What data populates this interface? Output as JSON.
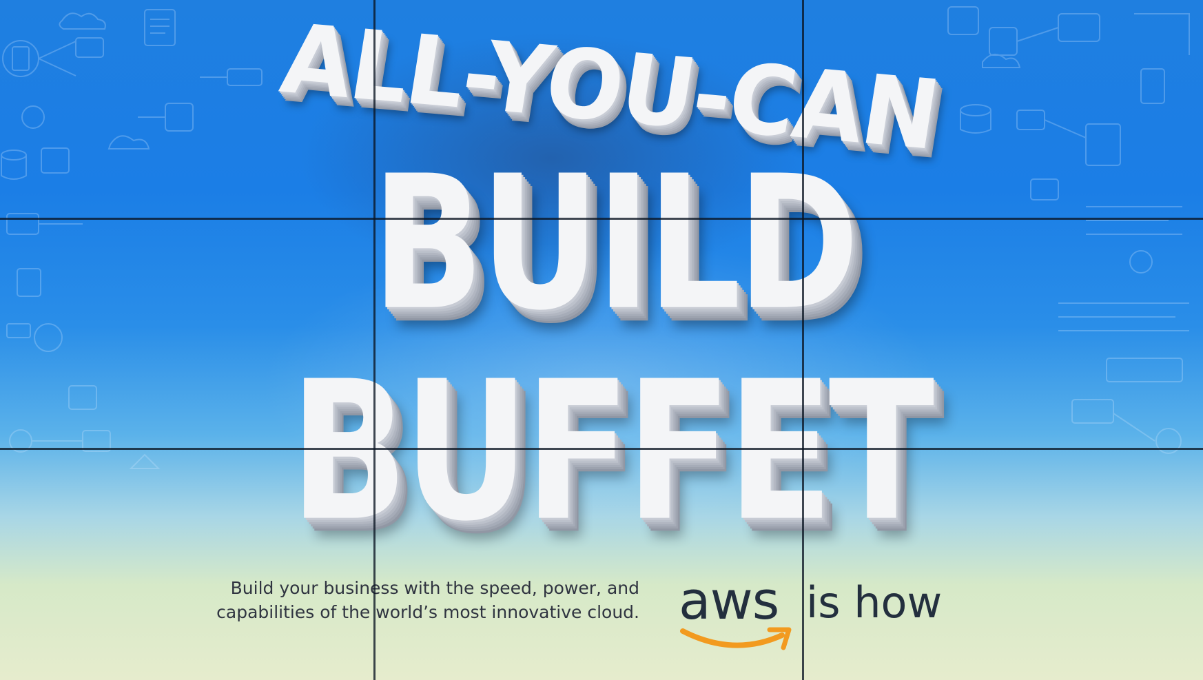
{
  "headline": {
    "line1": "ALL-YOU-CAN",
    "line2": "BUILD",
    "line3": "BUFFET"
  },
  "tagline": {
    "line1": "Build your business with the speed, power, and",
    "line2": "capabilities of the world’s most innovative cloud."
  },
  "brand": {
    "logo_text": "aws",
    "slogan": "is how",
    "smile_color": "#f29a1f",
    "text_color": "#232f3e"
  },
  "colors": {
    "sky_top": "#1b7ee6",
    "sky_bottom": "#e6eccd",
    "letters": "#f4f5f7"
  }
}
